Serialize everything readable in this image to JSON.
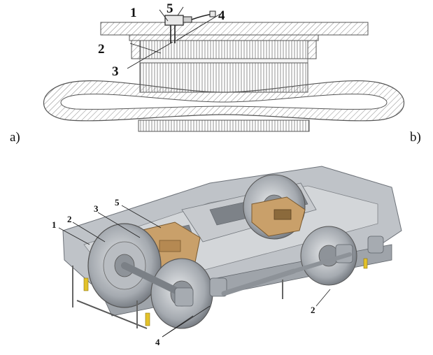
{
  "figure": {
    "panel_a": {
      "label": "a)",
      "callouts": [
        "1",
        "2",
        "3",
        "4",
        "5"
      ]
    },
    "panel_b": {
      "label": "b)",
      "callouts": [
        "1",
        "2",
        "3",
        "5",
        "2",
        "4"
      ]
    }
  },
  "colors": {
    "line": "#555555",
    "hatch": "#8a8a8a",
    "frame_light": "#c9ccd0",
    "frame_mid": "#a9adb3",
    "frame_dark": "#6c7178",
    "brass": "#c9a06a",
    "yellow": "#e3c22a"
  }
}
